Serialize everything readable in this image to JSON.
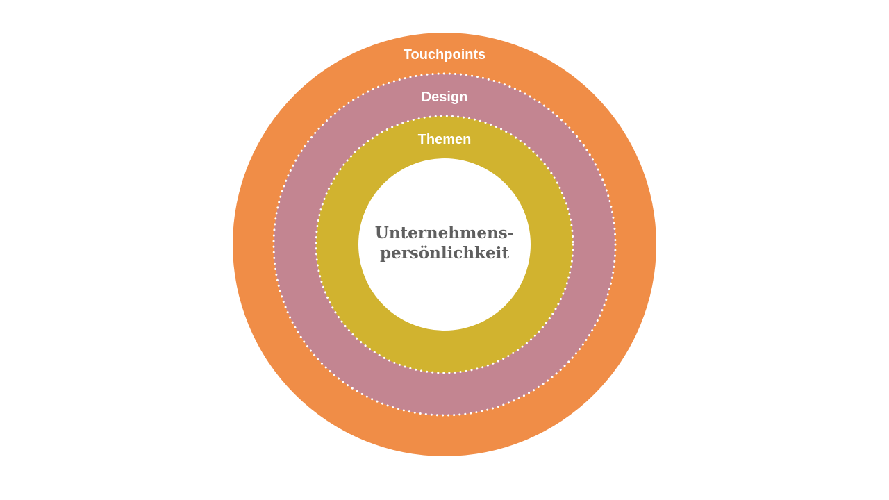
{
  "colors": {
    "background": "#ffffff",
    "ring_outer": "#f08d47",
    "ring_middle": "#c38591",
    "ring_inner": "#d1b32f",
    "core": "#ffffff",
    "ring_label": "#ffffff",
    "core_label": "#5f5f5f",
    "separator": "#ffffff"
  },
  "rings": {
    "outer": {
      "label": "Touchpoints"
    },
    "middle": {
      "label": "Design"
    },
    "inner": {
      "label": "Themen"
    }
  },
  "core": {
    "line1": "Unternehmens-",
    "line2": "persönlichkeit"
  }
}
